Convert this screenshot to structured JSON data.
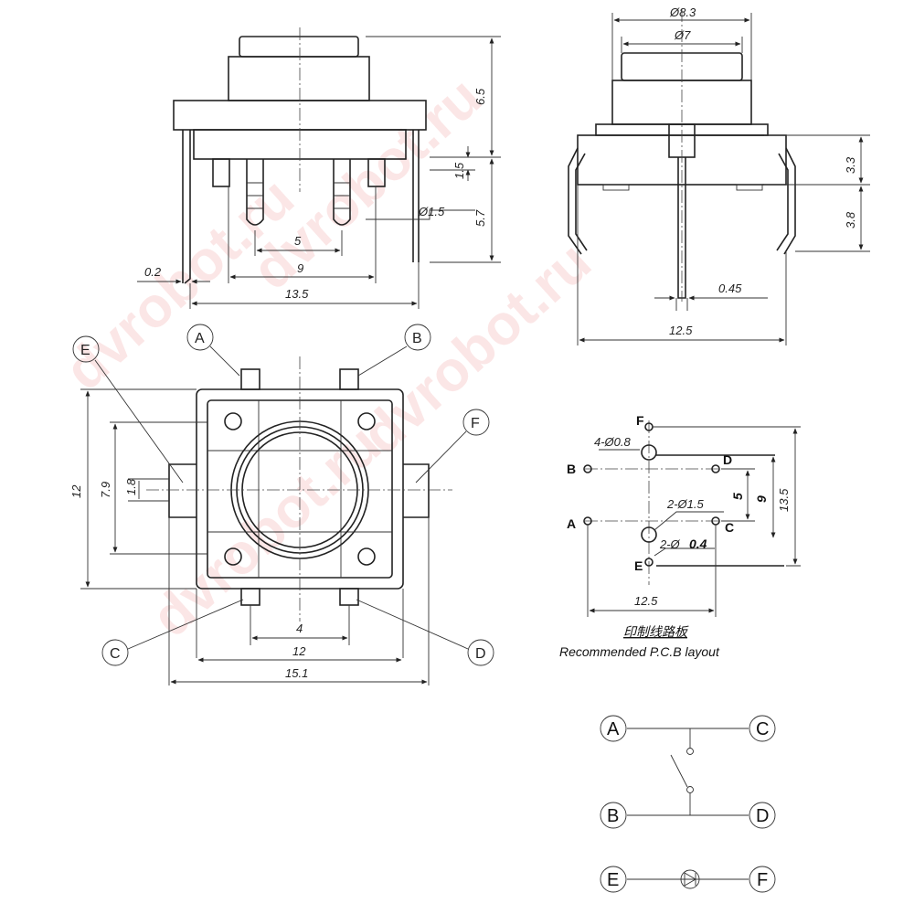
{
  "watermark": "dvrobot.ru",
  "side_view": {
    "dims": {
      "top_height": "6.5",
      "pin_step": "1.5",
      "pin_length": "5.7",
      "pin_diameter": "Ø1.5",
      "led_pitch": "5",
      "inner_pitch": "9",
      "lead_thickness": "0.2",
      "body_width": "13.5"
    }
  },
  "front_view": {
    "dims": {
      "outer_cap": "Ø8.3",
      "inner_cap": "Ø7",
      "body_height": "3.3",
      "lead_height": "3.8",
      "lead_width": "0.45",
      "width": "12.5"
    }
  },
  "top_view": {
    "callouts": [
      "A",
      "B",
      "C",
      "D",
      "E",
      "F"
    ],
    "dims": {
      "height": "12",
      "inner_height": "7.9",
      "tab_height": "1.8",
      "tab_spacing": "4",
      "width_inner": "12",
      "width_outer": "15.1"
    }
  },
  "pcb": {
    "caption_cn": "印制线路板",
    "caption_en": "Recommended P.C.B layout",
    "labels": {
      "pad_holes": "4-Ø0.8",
      "big_holes": "2-Ø1.5",
      "small_holes": "2-Ø",
      "small_holes_value": "0.4",
      "pitch_5": "5",
      "pitch_9": "9",
      "height": "13.5",
      "width": "12.5"
    },
    "pins": [
      "F",
      "B",
      "D",
      "A",
      "C",
      "E"
    ]
  },
  "schematic": {
    "switch_row_top": [
      "A",
      "C"
    ],
    "switch_row_bottom": [
      "B",
      "D"
    ],
    "led_row": [
      "E",
      "F"
    ]
  }
}
